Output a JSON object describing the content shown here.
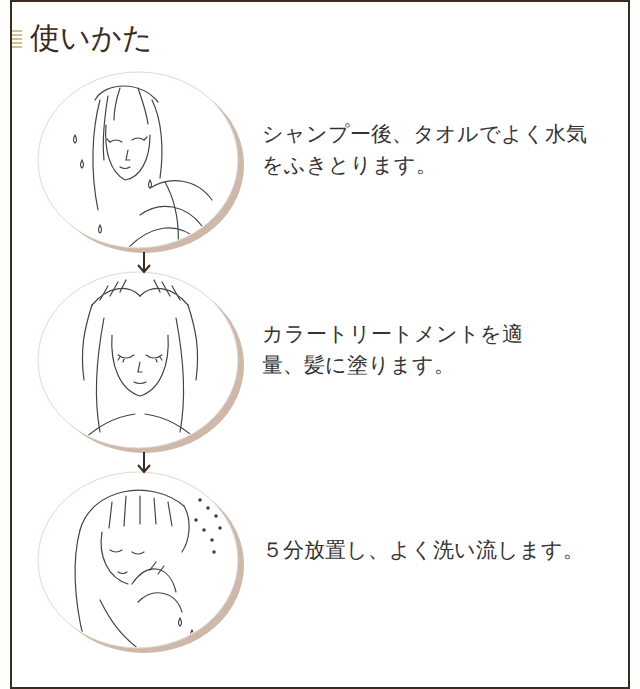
{
  "diagram": {
    "title": "使いかた",
    "nodes": [
      {
        "text": [
          "シャンプー後、タオルでよく水気をふきとります。"
        ]
      },
      {
        "text": [
          "カラートリートメントを適量、髪に塗ります。"
        ]
      },
      {
        "text": [
          "５分放置し、よく洗い流します。"
        ]
      }
    ],
    "edges": [
      {
        "from": 0,
        "to": 1,
        "arrow": "to"
      },
      {
        "from": 1,
        "to": 2,
        "arrow": "to"
      }
    ]
  }
}
